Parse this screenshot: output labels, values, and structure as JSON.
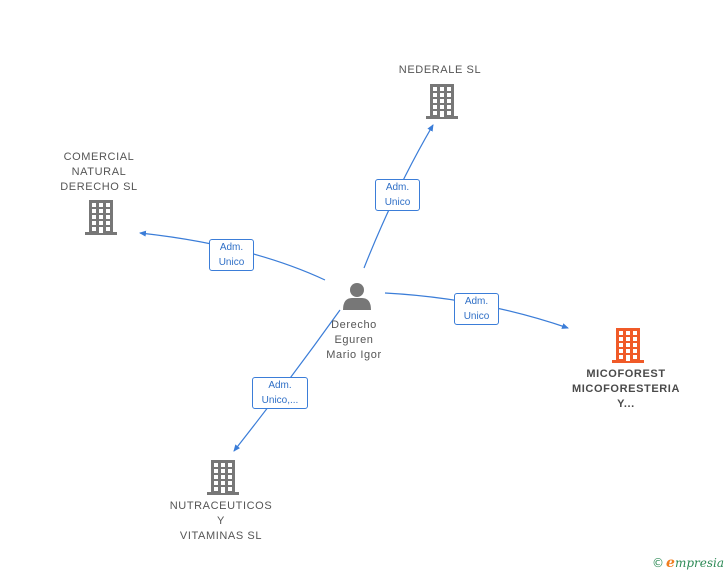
{
  "person": {
    "label": "Derecho\nEguren\nMario Igor"
  },
  "companies": [
    {
      "id": "nederale",
      "label": "NEDERALE  SL",
      "color": "#777777"
    },
    {
      "id": "comercial",
      "label": "COMERCIAL\nNATURAL\nDERECHO  SL",
      "color": "#777777"
    },
    {
      "id": "micoforest",
      "label": "MICOFOREST\nMICOFORESTERIA\nY...",
      "color": "#f05a28"
    },
    {
      "id": "nutraceuticos",
      "label": "NUTRACEUTICOS\nY\nVITAMINAS  SL",
      "color": "#777777"
    }
  ],
  "edges": [
    {
      "id": "nederale",
      "label": "Adm.\nUnico"
    },
    {
      "id": "comercial",
      "label": "Adm.\nUnico"
    },
    {
      "id": "micoforest",
      "label": "Adm.\nUnico"
    },
    {
      "id": "nutraceuticos",
      "label": "Adm.\nUnico,..."
    }
  ],
  "colors": {
    "edge": "#3b7dd8",
    "person": "#777777"
  },
  "footer": {
    "copyright": "©",
    "brand_initial": "e",
    "brand_rest": "mpresia"
  }
}
